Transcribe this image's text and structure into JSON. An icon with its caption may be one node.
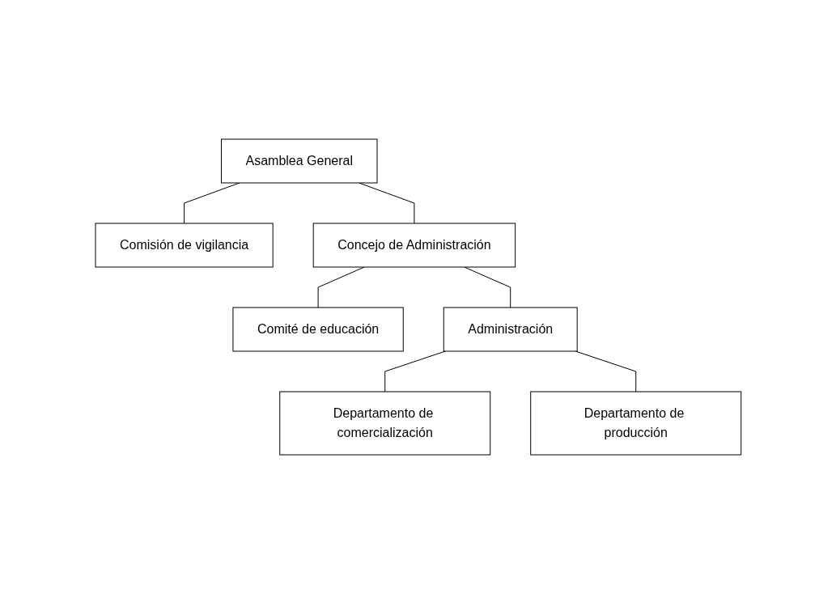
{
  "diagram": {
    "nodes": [
      {
        "text": [
          "Asamblea General"
        ]
      },
      {
        "text": [
          "Comisión de vigilancia"
        ]
      },
      {
        "text": [
          "Concejo de Administración"
        ]
      },
      {
        "text": [
          "Comité de educación"
        ]
      },
      {
        "text": [
          "Administración"
        ]
      },
      {
        "text": [
          "Departamento de comercialización"
        ]
      },
      {
        "text": [
          "Departamento de producción"
        ]
      }
    ],
    "edges": [
      {
        "from": 0,
        "to": 1,
        "arrow": "none"
      },
      {
        "from": 0,
        "to": 2,
        "arrow": "none"
      },
      {
        "from": 2,
        "to": 3,
        "arrow": "none"
      },
      {
        "from": 2,
        "to": 4,
        "arrow": "none"
      },
      {
        "from": 4,
        "to": 5,
        "arrow": "none"
      },
      {
        "from": 4,
        "to": 6,
        "arrow": "none"
      }
    ]
  }
}
